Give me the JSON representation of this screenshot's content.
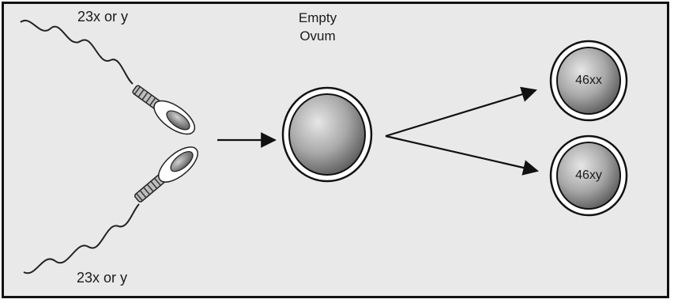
{
  "labels": {
    "sperm_top": "23x or y",
    "sperm_bottom": "23x or y",
    "ovum_line1": "Empty",
    "ovum_line2": "Ovum",
    "zygote_top": "46xx",
    "zygote_bottom": "46xy"
  },
  "colors": {
    "frame_border": "#111111",
    "background": "#e9e9e9",
    "ink": "#1a1a1a",
    "cell_fill": "#a8a8a8"
  }
}
